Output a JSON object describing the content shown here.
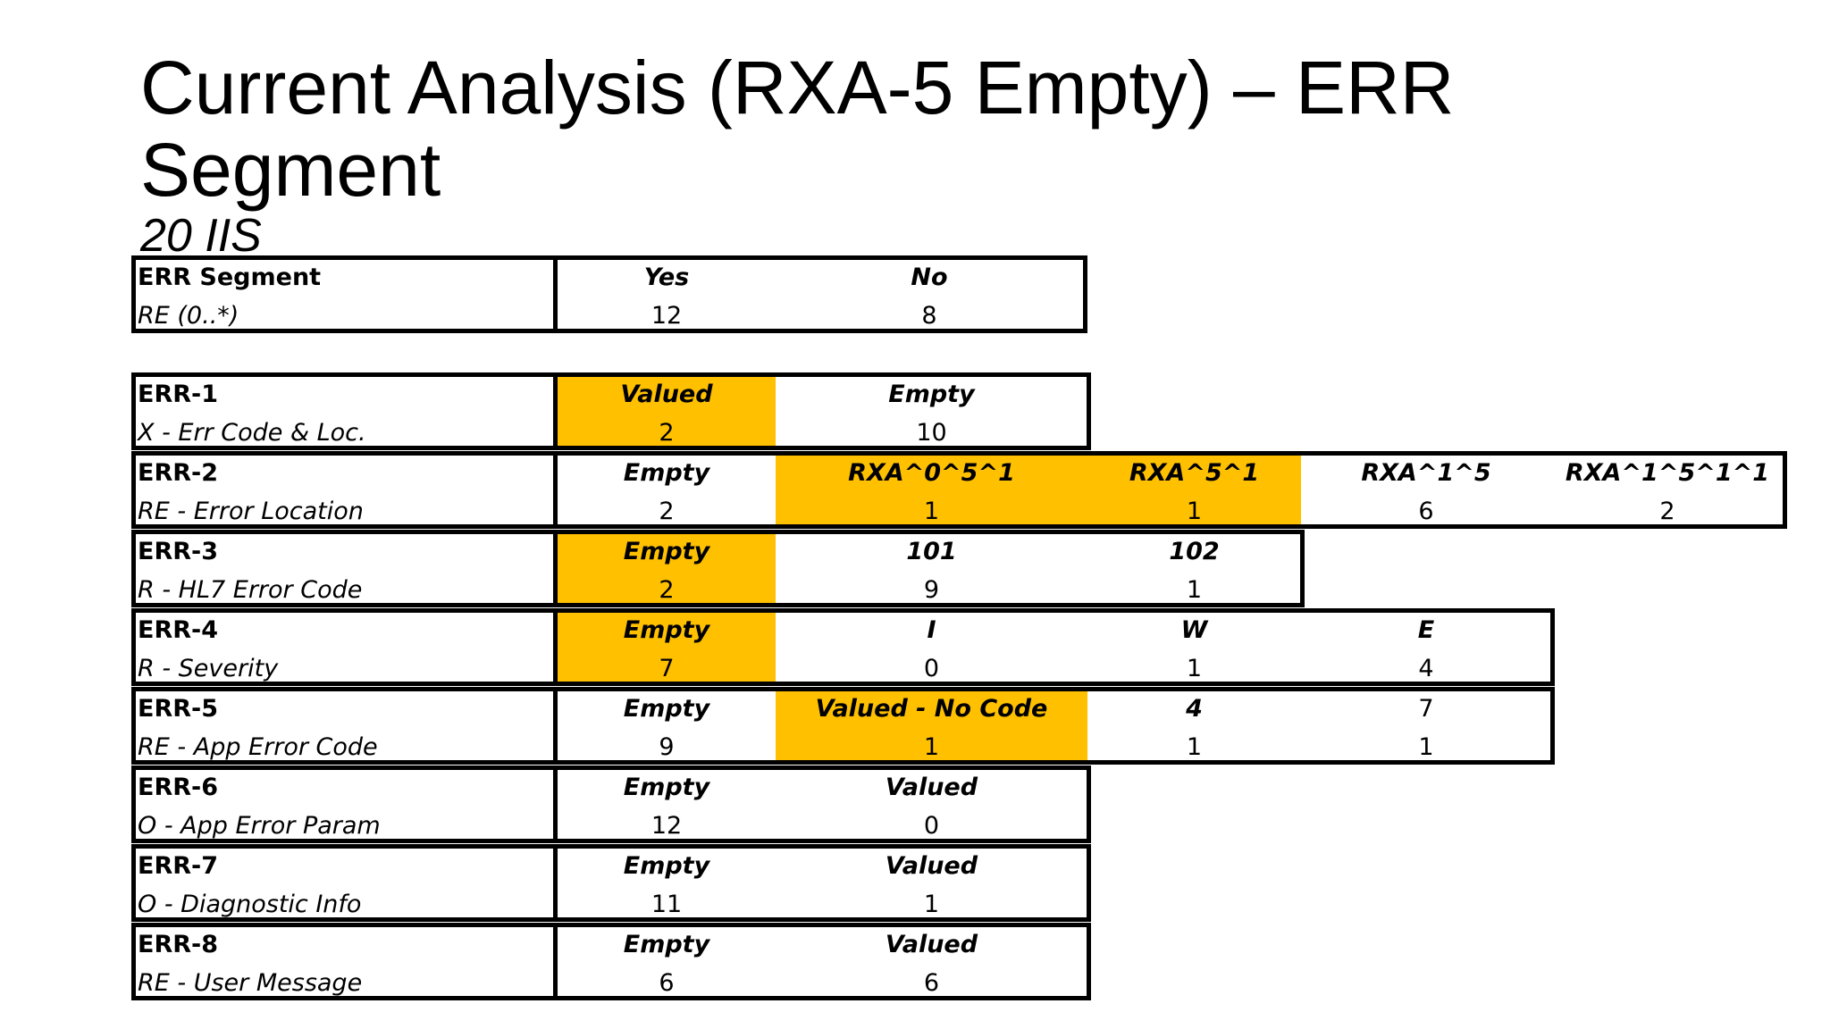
{
  "title": "Current Analysis (RXA-5 Empty) – ERR Segment",
  "subtitle": "20 IIS",
  "colors": {
    "highlight": "#ffc000",
    "border": "#000000"
  },
  "summary": {
    "label": "ERR Segment",
    "sub": "RE (0..*)",
    "cols": [
      {
        "h": "Yes",
        "v": "12"
      },
      {
        "h": "No",
        "v": "8"
      }
    ]
  },
  "rows": [
    {
      "label": "ERR-1",
      "sub": "X - Err Code & Loc.",
      "cols": [
        {
          "h": "Valued",
          "v": "2",
          "hl": true
        },
        {
          "h": "Empty",
          "v": "10"
        }
      ]
    },
    {
      "label": "ERR-2",
      "sub": "RE - Error Location",
      "cols": [
        {
          "h": "Empty",
          "v": "2"
        },
        {
          "h": "RXA^0^5^1",
          "v": "1",
          "hl": true
        },
        {
          "h": "RXA^5^1",
          "v": "1",
          "hl": true
        },
        {
          "h": "RXA^1^5",
          "v": "6"
        },
        {
          "h": "RXA^1^5^1^1",
          "v": "2"
        }
      ]
    },
    {
      "label": "ERR-3",
      "sub": "R - HL7 Error Code",
      "cols": [
        {
          "h": "Empty",
          "v": "2",
          "hl": true
        },
        {
          "h": "101",
          "v": "9"
        },
        {
          "h": "102",
          "v": "1"
        }
      ]
    },
    {
      "label": "ERR-4",
      "sub": "R - Severity",
      "cols": [
        {
          "h": "Empty",
          "v": "7",
          "hl": true
        },
        {
          "h": "I",
          "v": "0"
        },
        {
          "h": "W",
          "v": "1"
        },
        {
          "h": "E",
          "v": "4"
        }
      ]
    },
    {
      "label": "ERR-5",
      "sub": "RE - App Error Code",
      "cols": [
        {
          "h": "Empty",
          "v": "9"
        },
        {
          "h": "Valued - No Code",
          "v": "1",
          "hl": true
        },
        {
          "h": "4",
          "v": "1"
        },
        {
          "h": "7",
          "v": "1",
          "plain": true
        }
      ]
    },
    {
      "label": "ERR-6",
      "sub": "O - App Error Param",
      "cols": [
        {
          "h": "Empty",
          "v": "12"
        },
        {
          "h": "Valued",
          "v": "0"
        }
      ]
    },
    {
      "label": "ERR-7",
      "sub": "O - Diagnostic Info",
      "cols": [
        {
          "h": "Empty",
          "v": "11"
        },
        {
          "h": "Valued",
          "v": "1"
        }
      ]
    },
    {
      "label": "ERR-8",
      "sub": "RE - User Message",
      "cols": [
        {
          "h": "Empty",
          "v": "6"
        },
        {
          "h": "Valued",
          "v": "6"
        }
      ]
    }
  ]
}
